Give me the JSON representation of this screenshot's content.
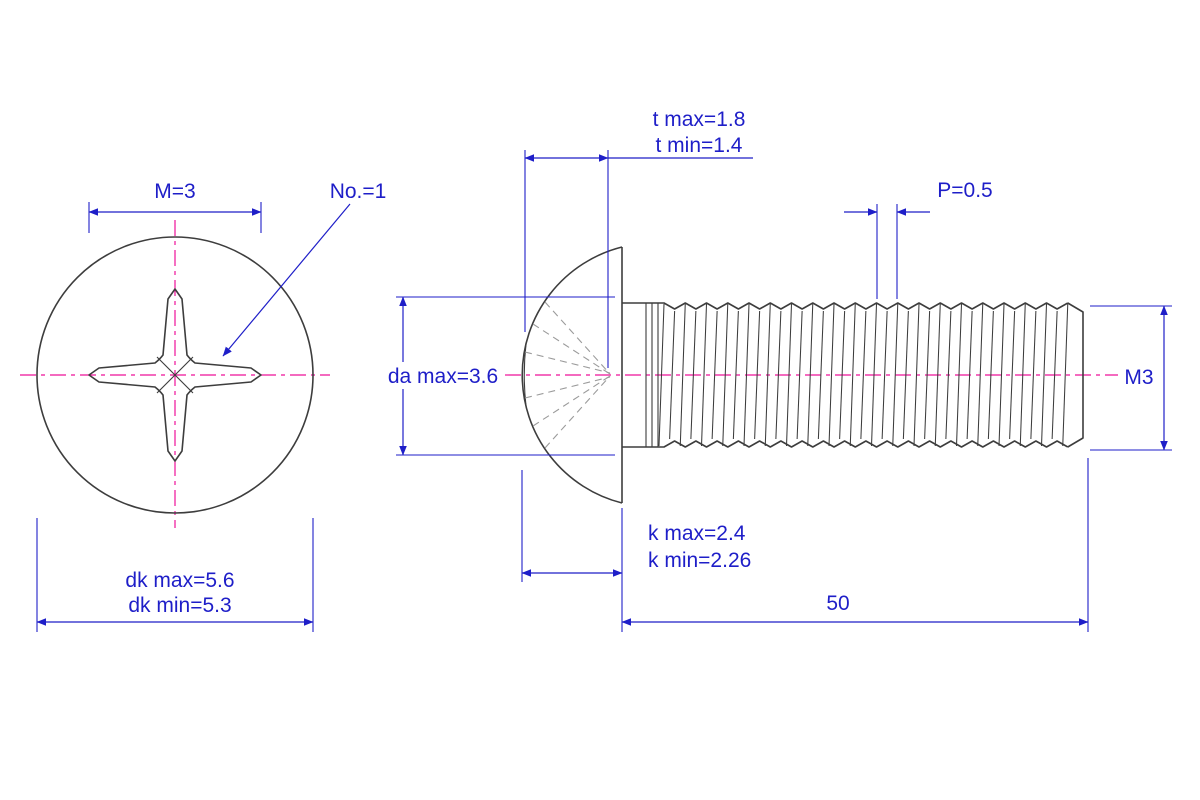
{
  "colors": {
    "dimension": "#1e1ec8",
    "centerline": "#ee1199",
    "outline": "#3d3d3d",
    "hidden": "#9b9b9b",
    "background": "#ffffff"
  },
  "front_view": {
    "recess_width_label": "M=3",
    "recess_number_label": "No.=1",
    "head_dia_max_label": "dk max=5.6",
    "head_dia_min_label": "dk min=5.3"
  },
  "side_view": {
    "recess_depth_max_label": "t max=1.8",
    "recess_depth_min_label": "t min=1.4",
    "pitch_label": "P=0.5",
    "underhead_dia_label": "da max=3.6",
    "thread_label": "M3",
    "head_height_max_label": "k max=2.4",
    "head_height_min_label": "k min=2.26",
    "length_label": "50"
  }
}
